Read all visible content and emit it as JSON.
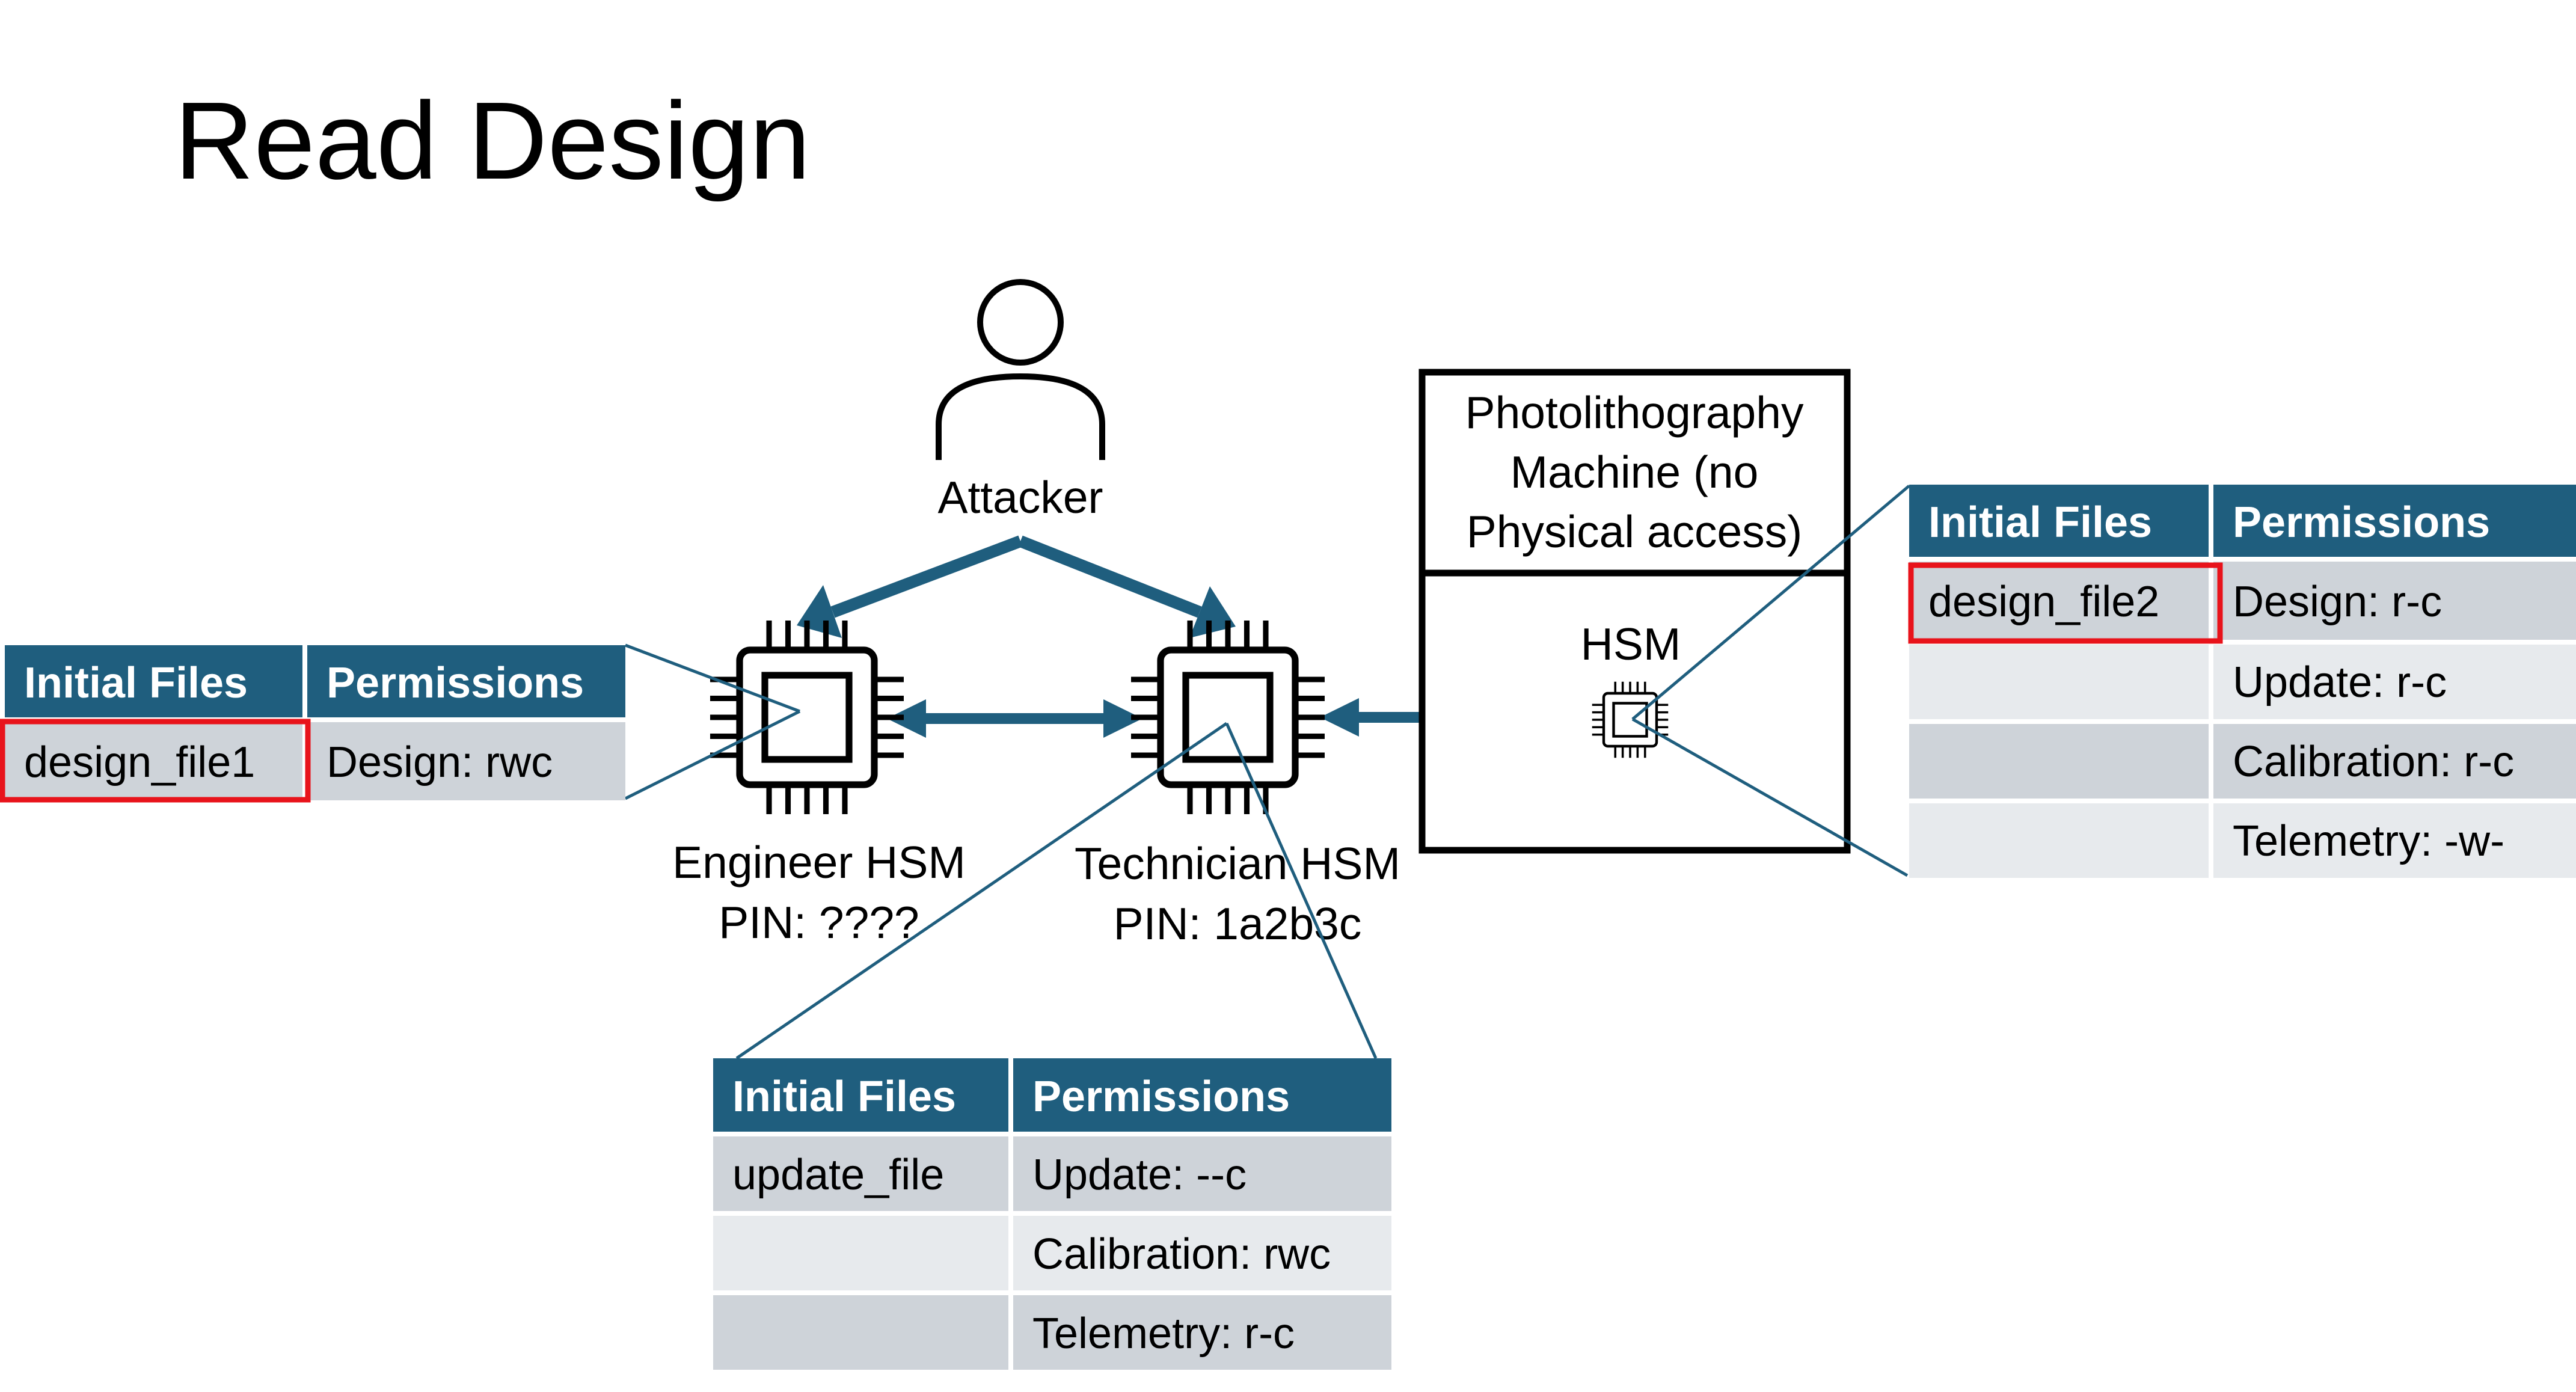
{
  "title": "Read Design",
  "colors": {
    "header_bg": "#1f5e7e",
    "row_dark": "#ced3d9",
    "row_light": "#e7eaed",
    "arrow": "#1f5e7e",
    "highlight": "#e8131b"
  },
  "attacker": {
    "label": "Attacker",
    "icon": "person-icon"
  },
  "engineer_hsm": {
    "name": "Engineer HSM",
    "pin": "PIN: ????",
    "icon": "chip-icon"
  },
  "technician_hsm": {
    "name": "Technician HSM",
    "pin": "PIN: 1a2b3c",
    "icon": "chip-icon"
  },
  "machine": {
    "line1": "Photolithography",
    "line2": "Machine (no",
    "line3": "Physical access)",
    "hsm_label": "HSM",
    "icon": "chip-icon"
  },
  "tables": {
    "engineer": {
      "headers": [
        "Initial Files",
        "Permissions"
      ],
      "rows": [
        [
          "design_file1",
          "Design: rwc"
        ]
      ]
    },
    "technician": {
      "headers": [
        "Initial Files",
        "Permissions"
      ],
      "rows": [
        [
          "update_file",
          "Update: --c"
        ],
        [
          "",
          "Calibration: rwc"
        ],
        [
          "",
          "Telemetry: r-c"
        ]
      ]
    },
    "machine": {
      "headers": [
        "Initial Files",
        "Permissions"
      ],
      "rows": [
        [
          "design_file2",
          "Design: r-c"
        ],
        [
          "",
          "Update: r-c"
        ],
        [
          "",
          "Calibration: r-c"
        ],
        [
          "",
          "Telemetry: -w-"
        ]
      ]
    }
  }
}
